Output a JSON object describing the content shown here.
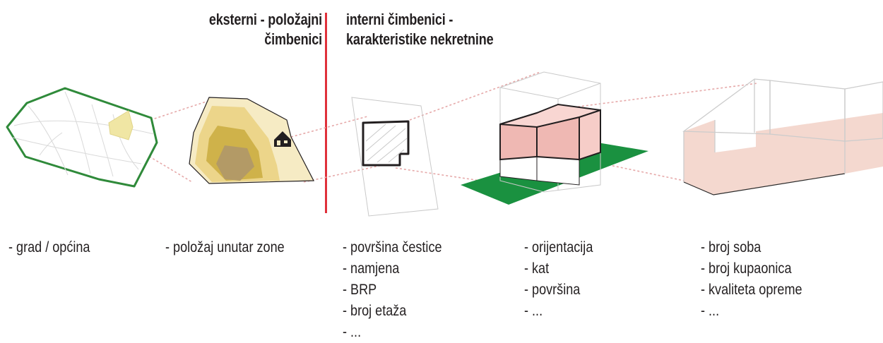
{
  "headings": {
    "external": [
      "eksterni - položajni",
      "čimbenici"
    ],
    "internal": [
      "interni čimbenici -",
      "karakteristike nekretnine"
    ]
  },
  "columns": [
    {
      "id": "city",
      "items": [
        "- grad / općina"
      ]
    },
    {
      "id": "zone",
      "items": [
        "- položaj unutar zone"
      ]
    },
    {
      "id": "plot",
      "items": [
        "- površina čestice",
        "- namjena",
        "- BRP",
        "- broj etaža",
        "- ..."
      ]
    },
    {
      "id": "building",
      "items": [
        "- orijentacija",
        "- kat",
        "- površina",
        "- ..."
      ]
    },
    {
      "id": "apartment",
      "items": [
        "- broj soba",
        "- broj kupaonica",
        "- kvaliteta opreme",
        "- ..."
      ]
    }
  ],
  "colors": {
    "divider": "#e0303a",
    "city_outline": "#2f8a3a",
    "zone_light": "#f6ebc4",
    "zone_mid": "#ecd58a",
    "zone_dark": "#cfb24a",
    "zone_core": "#b39a66",
    "building_floor": "#efb8b3",
    "ground": "#1a9140",
    "apartment_floor": "#f4d8cf",
    "connector": "#e6a9a9"
  }
}
